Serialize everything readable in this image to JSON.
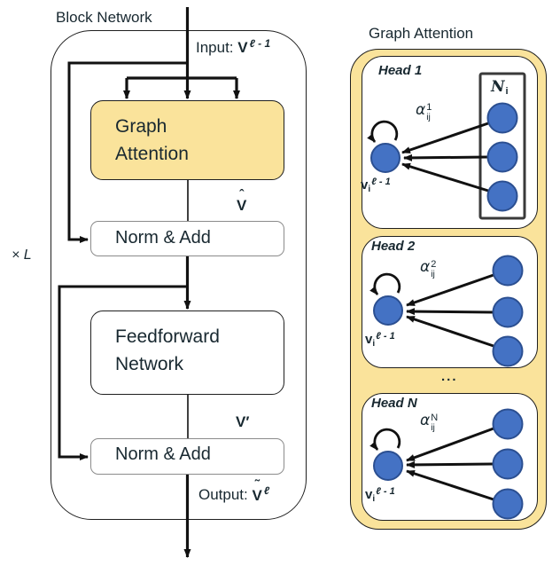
{
  "colors": {
    "yellow_fill": "#FAE39B",
    "node_blue": "#4472C4",
    "node_blue_border": "#2B4F91",
    "line_black": "#111111",
    "text_dark": "#182830"
  },
  "block_network": {
    "title": "Block Network",
    "loop_label": "× L",
    "input": {
      "prefix": "Input: ",
      "symbol": "V",
      "sup": "ℓ - 1"
    },
    "graph_attention_box": {
      "lines": [
        "Graph",
        "Attention"
      ]
    },
    "norm_add_1": {
      "label": "Norm & Add"
    },
    "vhat": {
      "accent": "ˆ",
      "base": "V"
    },
    "feedforward_box": {
      "lines": [
        "Feedforward",
        "Network"
      ]
    },
    "vprime": {
      "label": "V′"
    },
    "norm_add_2": {
      "label": "Norm & Add"
    },
    "output": {
      "prefix": "Output: ",
      "symbol_accent": "˜",
      "symbol": "V",
      "sup": "ℓ"
    }
  },
  "graph_attention_panel": {
    "title": "Graph Attention",
    "ellipsis": "...",
    "heads": [
      {
        "label": "Head 1",
        "alpha": {
          "base": "α",
          "sup": "1",
          "sub": "ij"
        },
        "node": {
          "base": "v",
          "sub": "i",
          "sup": "ℓ - 1"
        },
        "neighborhood": {
          "base": "N",
          "sub": "i"
        }
      },
      {
        "label": "Head 2",
        "alpha": {
          "base": "α",
          "sup": "2",
          "sub": "ij"
        },
        "node": {
          "base": "v",
          "sub": "i",
          "sup": "ℓ - 1"
        }
      },
      {
        "label": "Head N",
        "alpha": {
          "base": "α",
          "sup": "N",
          "sub": "ij"
        },
        "node": {
          "base": "v",
          "sub": "i",
          "sup": "ℓ - 1"
        }
      }
    ]
  }
}
